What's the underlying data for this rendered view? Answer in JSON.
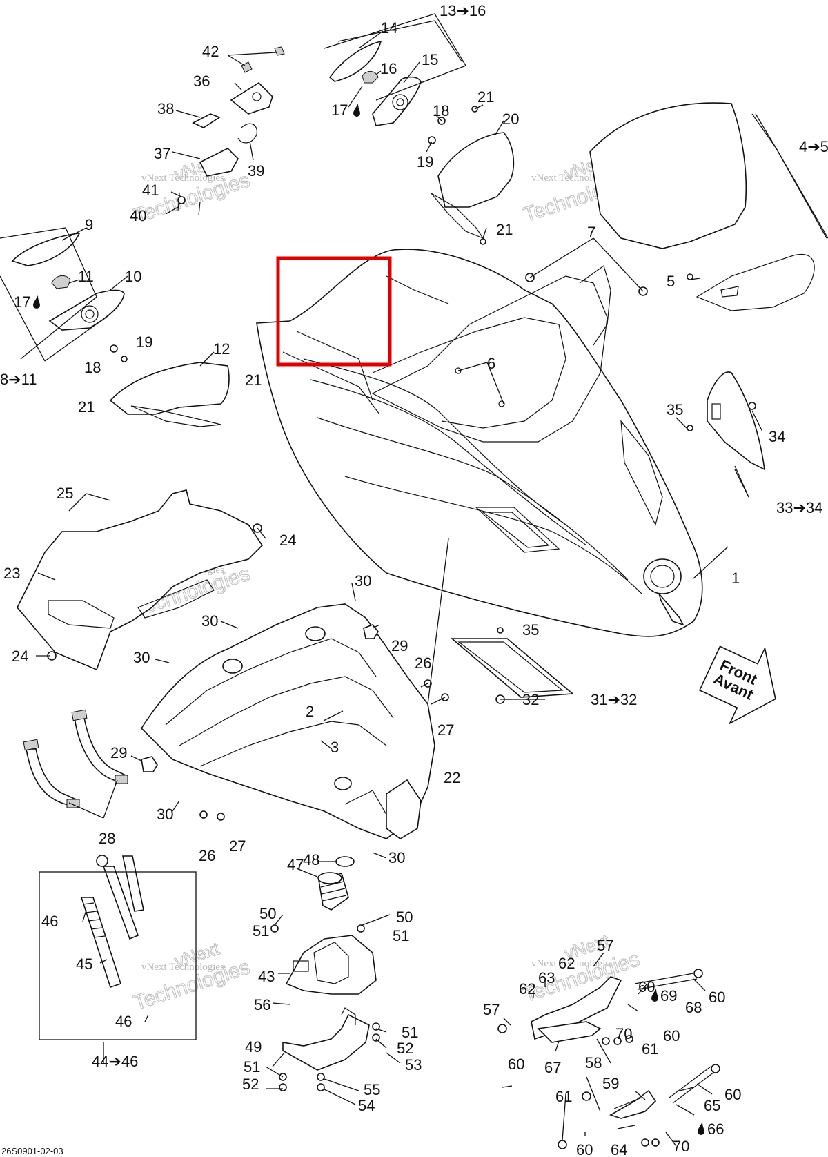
{
  "diagram": {
    "reference_code": "26S0901-02-03",
    "watermark_lines": [
      "vNext Technologies",
      "vNext",
      "Technologies"
    ],
    "front_arrow": {
      "line1": "Front",
      "line2": "Avant"
    },
    "highlight_color": "#e00000",
    "callouts": [
      "1",
      "2",
      "3",
      "4➔5",
      "5",
      "6",
      "7",
      "8➔11",
      "9",
      "10",
      "11",
      "12",
      "13➔16",
      "14",
      "15",
      "16",
      "17",
      "18",
      "19",
      "20",
      "21",
      "22",
      "23",
      "24",
      "25",
      "26",
      "27",
      "28",
      "29",
      "30",
      "31➔32",
      "32",
      "33➔34",
      "34",
      "35",
      "36",
      "37",
      "38",
      "39",
      "40",
      "41",
      "42",
      "43",
      "44➔46",
      "45",
      "46",
      "47",
      "48",
      "49",
      "50",
      "51",
      "52",
      "53",
      "54",
      "55",
      "56",
      "57",
      "58",
      "59",
      "60",
      "61",
      "62",
      "63",
      "64",
      "65",
      "66",
      "67",
      "68",
      "69",
      "70"
    ]
  }
}
